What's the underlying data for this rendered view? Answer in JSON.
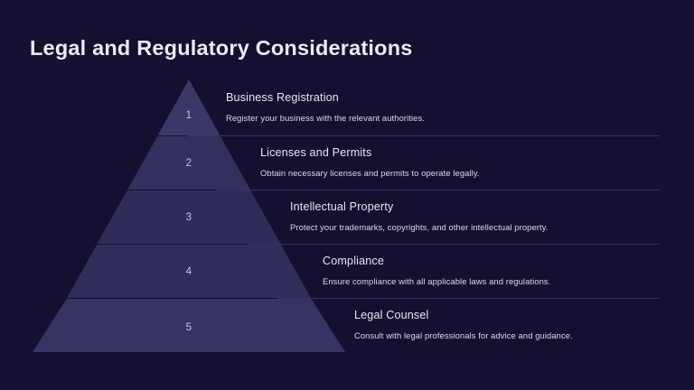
{
  "slide": {
    "title": "Legal and Regulatory Considerations",
    "background_color": "#15102f",
    "accent_color": "#35325f",
    "title_color": "#eceaf4",
    "separator_color": "#3c3866"
  },
  "pyramid": {
    "tiers": [
      {
        "number": "1",
        "heading": "Business Registration",
        "description": "Register your business with the relevant authorities.",
        "fill_color": "#3b3767"
      },
      {
        "number": "2",
        "heading": "Licenses and Permits",
        "description": "Obtain necessary licenses and permits to operate legally.",
        "fill_color": "#332f5e"
      },
      {
        "number": "3",
        "heading": "Intellectual Property",
        "description": "Protect your trademarks, copyrights, and other intellectual property.",
        "fill_color": "#302c5a"
      },
      {
        "number": "4",
        "heading": "Compliance",
        "description": "Ensure compliance with all applicable laws and regulations.",
        "fill_color": "#322e5c"
      },
      {
        "number": "5",
        "heading": "Legal Counsel",
        "description": "Consult with legal professionals for advice and guidance.",
        "fill_color": "#373363"
      }
    ]
  }
}
